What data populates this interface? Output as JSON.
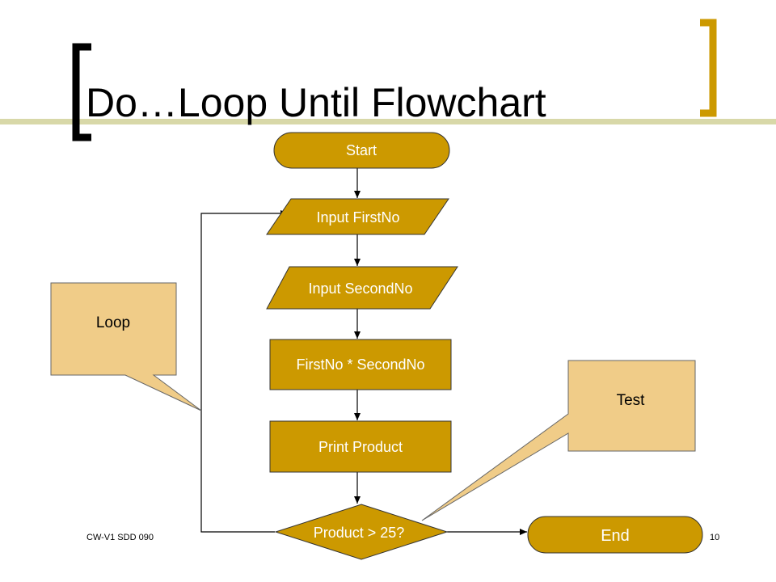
{
  "slide": {
    "title": "Do…Loop Until Flowchart",
    "footer_left": "CW-V1 SDD 090",
    "page_number": "10"
  },
  "colors": {
    "gold": "#cc9900",
    "callout_fill": "#f0cc88",
    "olive_band": "#d8d8a8",
    "bracket": "#000000"
  },
  "flowchart": {
    "start": "Start",
    "input_first": "Input FirstNo",
    "input_second": "Input SecondNo",
    "multiply": "FirstNo * SecondNo",
    "print": "Print Product",
    "decision": "Product > 25?",
    "end": "End"
  },
  "callouts": {
    "loop": "Loop",
    "test": "Test"
  }
}
